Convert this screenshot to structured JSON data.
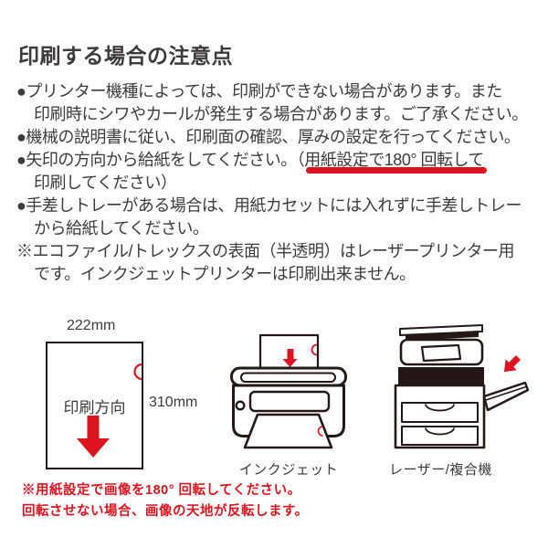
{
  "page": {
    "title": "印刷する場合の注意点"
  },
  "colors": {
    "text": "#3e3a39",
    "red": "#dc1420",
    "outline": "#231815"
  },
  "body": {
    "lines": [
      {
        "text": "●プリンター機種によっては、印刷ができない場合があります。また"
      },
      {
        "text": "印刷時にシワやカールが発生する場合があります。ご了承ください。"
      },
      {
        "text": "●機械の説明書に従い、印刷面の確認、厚みの設定を行ってください。"
      },
      {
        "prefix": "●矢印の方向から給紙をしてください。（",
        "underlined": "用紙設定で180° 回転して"
      },
      {
        "text": "印刷してください）"
      },
      {
        "text": "●手差しトレーがある場合は、用紙カセットには入れずに手差しトレー"
      },
      {
        "text": "から給紙してください。"
      },
      {
        "text": "※エコファイル/トレックスの表面（半透明）はレーザープリンター用"
      },
      {
        "text": "です。インクジェットプリンターは印刷出来ません。"
      }
    ]
  },
  "diagram": {
    "paper": {
      "width_label": "222mm",
      "height_label": "310mm",
      "direction_label": "印刷方向"
    },
    "inkjet_label": "インクジェット",
    "laser_label": "レーザー/複合機"
  },
  "footnote": {
    "line1": "※用紙設定で画像を180° 回転してください。",
    "line2": "回転させない場合、画像の天地が反転します。"
  }
}
